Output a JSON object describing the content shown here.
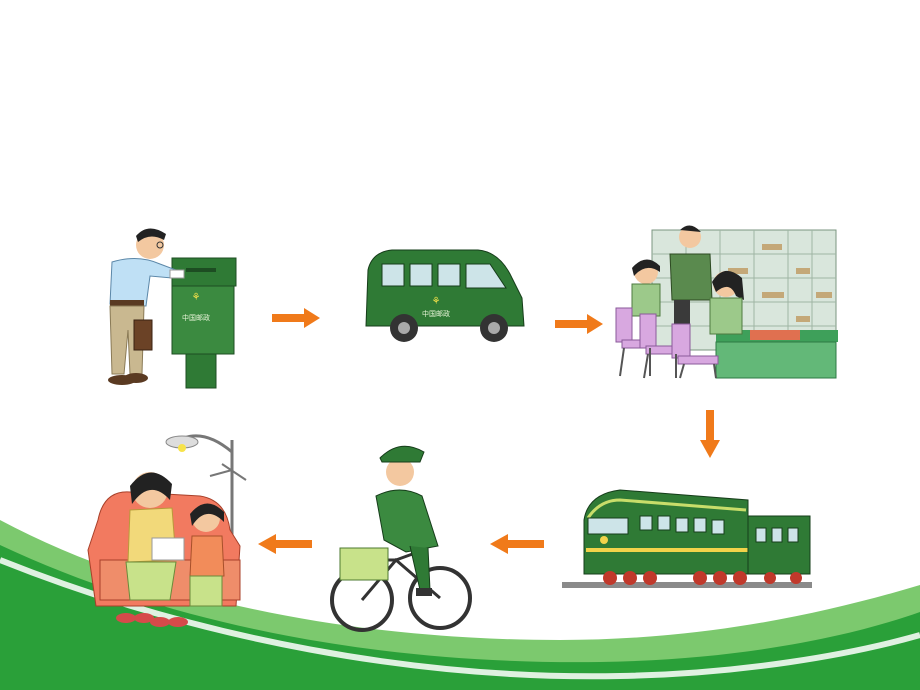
{
  "background": {
    "color": "#ffffff",
    "swoosh_dark": "#2aa039",
    "swoosh_light": "#7cc96e"
  },
  "arrow_color": "#f07a1a",
  "steps": [
    {
      "id": "post-letter",
      "icon": "man-mailbox-illustration"
    },
    {
      "id": "mail-van",
      "icon": "postal-van-illustration",
      "van_logo_text": "中国邮政"
    },
    {
      "id": "sorting",
      "icon": "sorting-office-illustration"
    },
    {
      "id": "train",
      "icon": "train-illustration"
    },
    {
      "id": "postman",
      "icon": "postman-bicycle-illustration"
    },
    {
      "id": "family",
      "icon": "family-reading-illustration"
    }
  ],
  "mailbox_logo_text": "中国邮政"
}
